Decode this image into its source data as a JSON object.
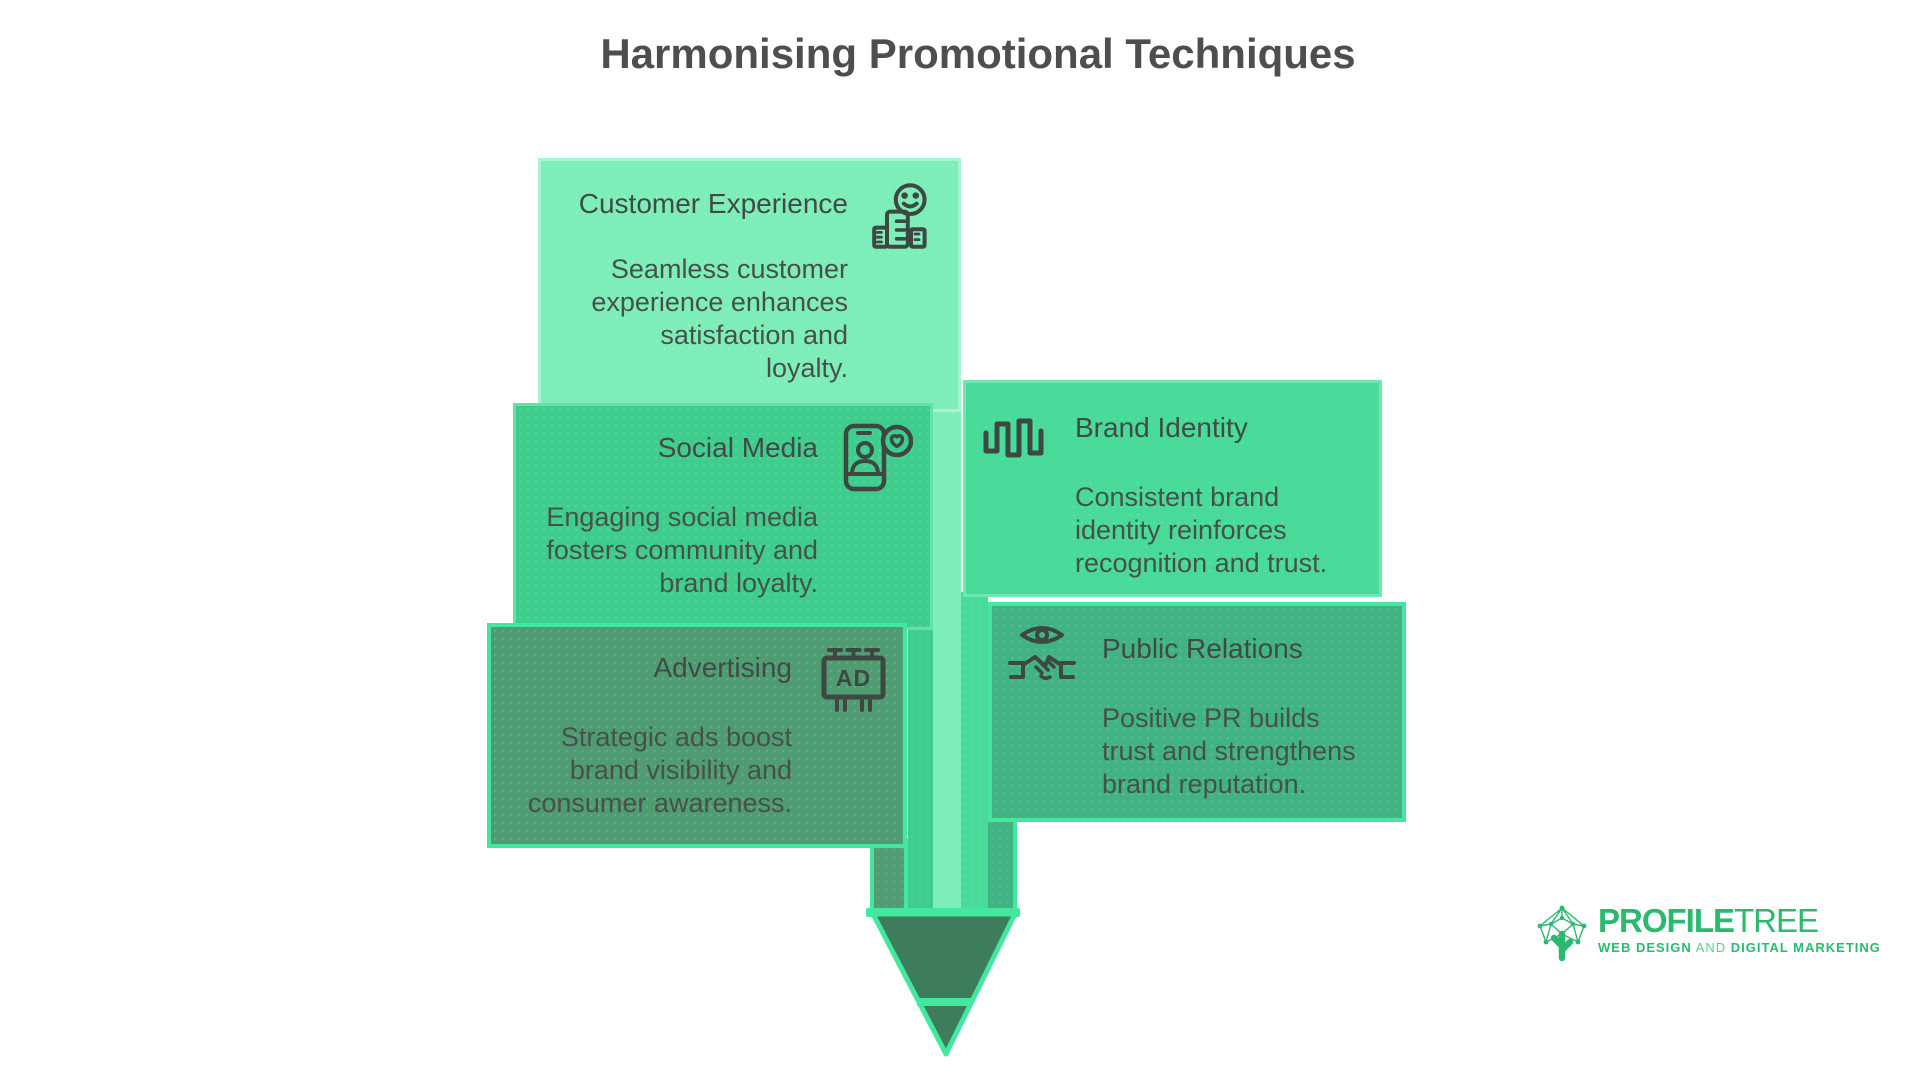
{
  "title": "Harmonising Promotional Techniques",
  "colors": {
    "background": "#ffffff",
    "heading_text": "#4e4e4e",
    "box_text": "#47514b",
    "icon_stroke": "#3e4843",
    "customer_experience_box": "#7deeb8",
    "social_media_box": "#3ecd8d",
    "brand_identity_box": "#48da98",
    "advertising_box": "#4f9b72",
    "public_relations_box": "#41b284",
    "pencil_tip": "#3d7d5e",
    "pencil_outline": "#43e79d",
    "logo_green": "#2aba6f"
  },
  "sections": [
    {
      "id": "customer-experience",
      "title": "Customer Experience",
      "body_lines": [
        "Seamless customer",
        "experience enhances",
        "satisfaction and",
        "loyalty."
      ],
      "icon": "customer-satisfaction-icon"
    },
    {
      "id": "social-media",
      "title": "Social Media",
      "body_lines": [
        "Engaging social media",
        "fosters community and",
        "brand loyalty."
      ],
      "icon": "phone-heart-icon"
    },
    {
      "id": "brand-identity",
      "title": "Brand Identity",
      "body_lines": [
        "Consistent brand",
        "identity reinforces",
        "recognition and trust."
      ],
      "icon": "waveform-icon"
    },
    {
      "id": "advertising",
      "title": "Advertising",
      "body_lines": [
        "Strategic ads boost",
        "brand visibility and",
        "consumer awareness."
      ],
      "icon": "billboard-ad-icon",
      "icon_label": "AD"
    },
    {
      "id": "public-relations",
      "title": "Public Relations",
      "body_lines": [
        "Positive PR builds",
        "trust and strengthens",
        "brand reputation."
      ],
      "icon": "eye-handshake-icon"
    }
  ],
  "logo": {
    "brand_bold": "PROFILE",
    "brand_light": "TREE",
    "tagline_lead": "WEB DESIGN",
    "tagline_mid": " AND ",
    "tagline_tail": "DIGITAL MARKETING"
  }
}
